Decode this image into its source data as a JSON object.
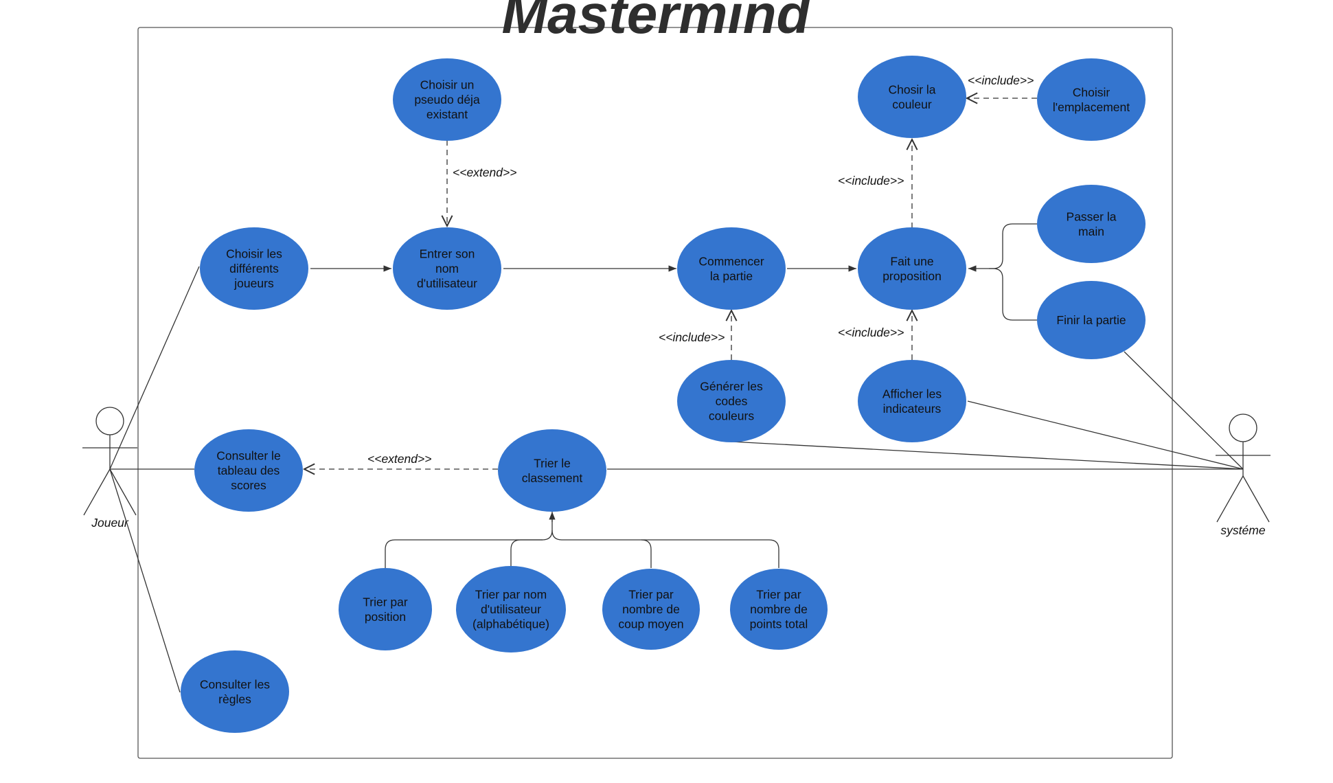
{
  "title": "Mastermind",
  "colors": {
    "usecase_fill": "#3475cf",
    "line": "#333333",
    "title": "#2e2e2e"
  },
  "actors": {
    "joueur": "Joueur",
    "systeme": "systéme"
  },
  "use_cases": {
    "choisir_joueurs": [
      "Choisir les",
      "différents",
      "joueurs"
    ],
    "entrer_nom": [
      "Entrer son",
      "nom",
      "d'utilisateur"
    ],
    "choisir_pseudo": [
      "Choisir un",
      "pseudo déja",
      "existant"
    ],
    "commencer_partie": [
      "Commencer",
      "la partie"
    ],
    "fait_proposition": [
      "Fait une",
      "proposition"
    ],
    "chosir_couleur": [
      "Chosir la",
      "couleur"
    ],
    "choisir_emplacement": [
      "Choisir",
      "l'emplacement"
    ],
    "passer_main": [
      "Passer la",
      "main"
    ],
    "finir_partie": [
      "Finir la partie"
    ],
    "generer_codes": [
      "Générer les",
      "codes",
      "couleurs"
    ],
    "afficher_indicateurs": [
      "Afficher les",
      "indicateurs"
    ],
    "consulter_tableau": [
      "Consulter le",
      "tableau des",
      "scores"
    ],
    "trier_classement": [
      "Trier le",
      "classement"
    ],
    "trier_position": [
      "Trier par",
      "position"
    ],
    "trier_nom": [
      "Trier par nom",
      "d'utilisateur",
      "(alphabétique)"
    ],
    "trier_coup": [
      "Trier par",
      "nombre de",
      "coup moyen"
    ],
    "trier_points": [
      "Trier par",
      "nombre de",
      "points total"
    ],
    "consulter_regles": [
      "Consulter les",
      "règles"
    ]
  },
  "relations": {
    "extend_pseudo": "<<extend>>",
    "include_couleur": "<<include>>",
    "include_emplacement": "<<include>>",
    "include_generer": "<<include>>",
    "include_afficher": "<<include>>",
    "extend_tableau": "<<extend>>"
  }
}
